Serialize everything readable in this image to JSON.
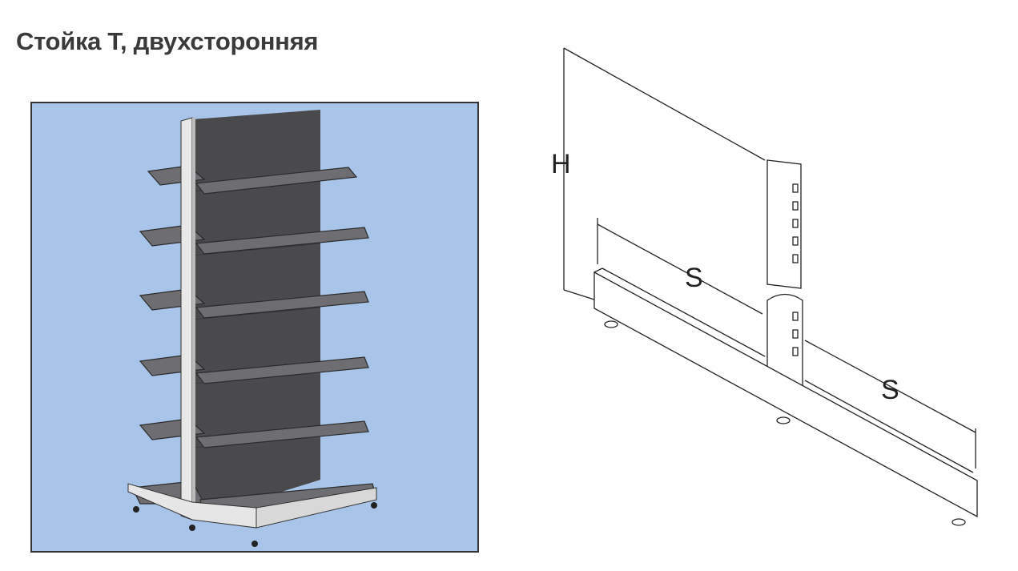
{
  "title": "Стойка Т, двухсторонняя",
  "diagram": {
    "height_label": "H",
    "side_label_left": "S",
    "side_label_right": "S"
  },
  "colors": {
    "background_photo": "#a8c5e9",
    "panel": "#4a4a4c",
    "shelf": "#6b6b6e",
    "frame": "#e6e6e6"
  }
}
